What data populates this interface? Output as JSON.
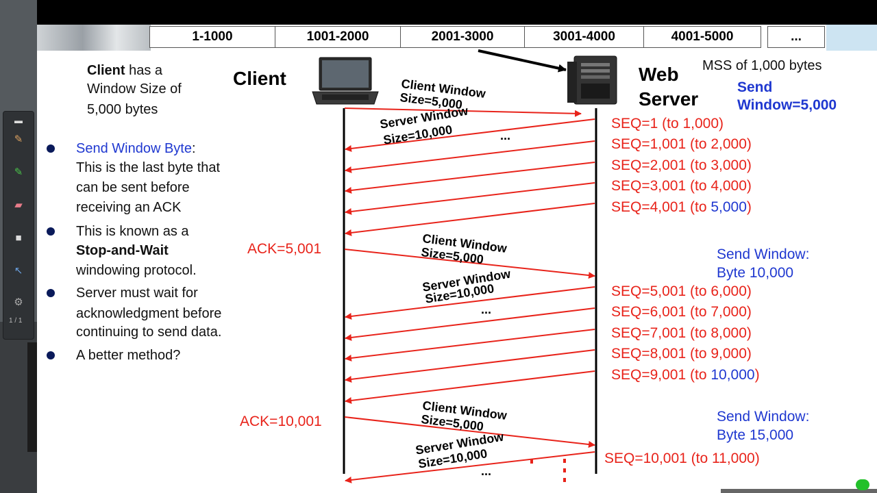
{
  "segments": [
    "1-1000",
    "1001-2000",
    "2001-3000",
    "3001-4000",
    "4001-5000",
    "..."
  ],
  "client_note": {
    "bold": "Client",
    "rest1": " has a",
    "line2": "Window Size of",
    "line3": "5,000 bytes"
  },
  "client_label": "Client",
  "server_label": {
    "line1": "Web",
    "line2": "Server"
  },
  "mss": "MSS of 1,000 bytes",
  "send_window_top": {
    "line1": "Send",
    "line2": "Window=5,000"
  },
  "bullets": {
    "b1": {
      "head": "Send Window Byte",
      "colon": ":",
      "l1": "This is the last byte that",
      "l2": "can be sent before",
      "l3": "receiving an ACK"
    },
    "b2": {
      "l1": "This is known as a",
      "bold": "Stop-and-Wait",
      "l3": "windowing protocol."
    },
    "b3": {
      "l1": "Server must wait for",
      "l2": "acknowledgment before",
      "l3": "continuing to send data."
    },
    "b4": {
      "l1": "A better method?"
    }
  },
  "client_window": {
    "line1": "Client Window",
    "line2": "Size=5,000"
  },
  "server_window": {
    "line1": "Server Window",
    "line2": "Size=10,000"
  },
  "seq_group1": [
    {
      "label": "SEQ=1 (to 1,000)"
    },
    {
      "label": "SEQ=1,001 (to 2,000)"
    },
    {
      "label": "SEQ=2,001 (to 3,000)"
    },
    {
      "label": "SEQ=3,001 (to 4,000)"
    },
    {
      "prefix": "SEQ=4,001 (to ",
      "num": "5,000",
      "suffix": ")"
    }
  ],
  "seq_group2": [
    {
      "label": "SEQ=5,001 (to 6,000)"
    },
    {
      "label": "SEQ=6,001 (to 7,000)"
    },
    {
      "label": "SEQ=7,001 (to 8,000)"
    },
    {
      "label": "SEQ=8,001 (to 9,000)"
    },
    {
      "prefix": "SEQ=9,001 (to ",
      "num": "10,000",
      "suffix": ")"
    }
  ],
  "seq_group3": [
    {
      "label": "SEQ=10,001 (to 11,000)"
    }
  ],
  "ack1": "ACK=5,001",
  "ack2": "ACK=10,001",
  "send_window_2": {
    "line1": "Send Window:",
    "line2": "Byte 10,000"
  },
  "send_window_3": {
    "line1": "Send Window:",
    "line2": "Byte 15,000"
  },
  "ellipsis": "...",
  "toolbar": {
    "page": "1 / 1"
  },
  "colors": {
    "arrow": "#e8231a",
    "blue": "#1f38d0",
    "bullet": "#0a1a5a"
  }
}
